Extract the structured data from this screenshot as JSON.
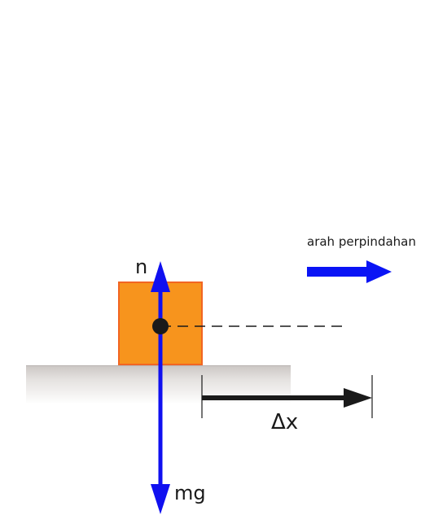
{
  "labels": {
    "normal_force": "n",
    "weight": "mg",
    "direction_caption": "arah perpindahan",
    "displacement": "Δx"
  },
  "colors": {
    "force_arrow": "#1010f0",
    "direction_arrow": "#0a14f5",
    "displacement_arrow": "#1a1a1a",
    "block_fill": "#f7941d",
    "block_edge": "#f26522",
    "surface": "#d9d5d2"
  }
}
